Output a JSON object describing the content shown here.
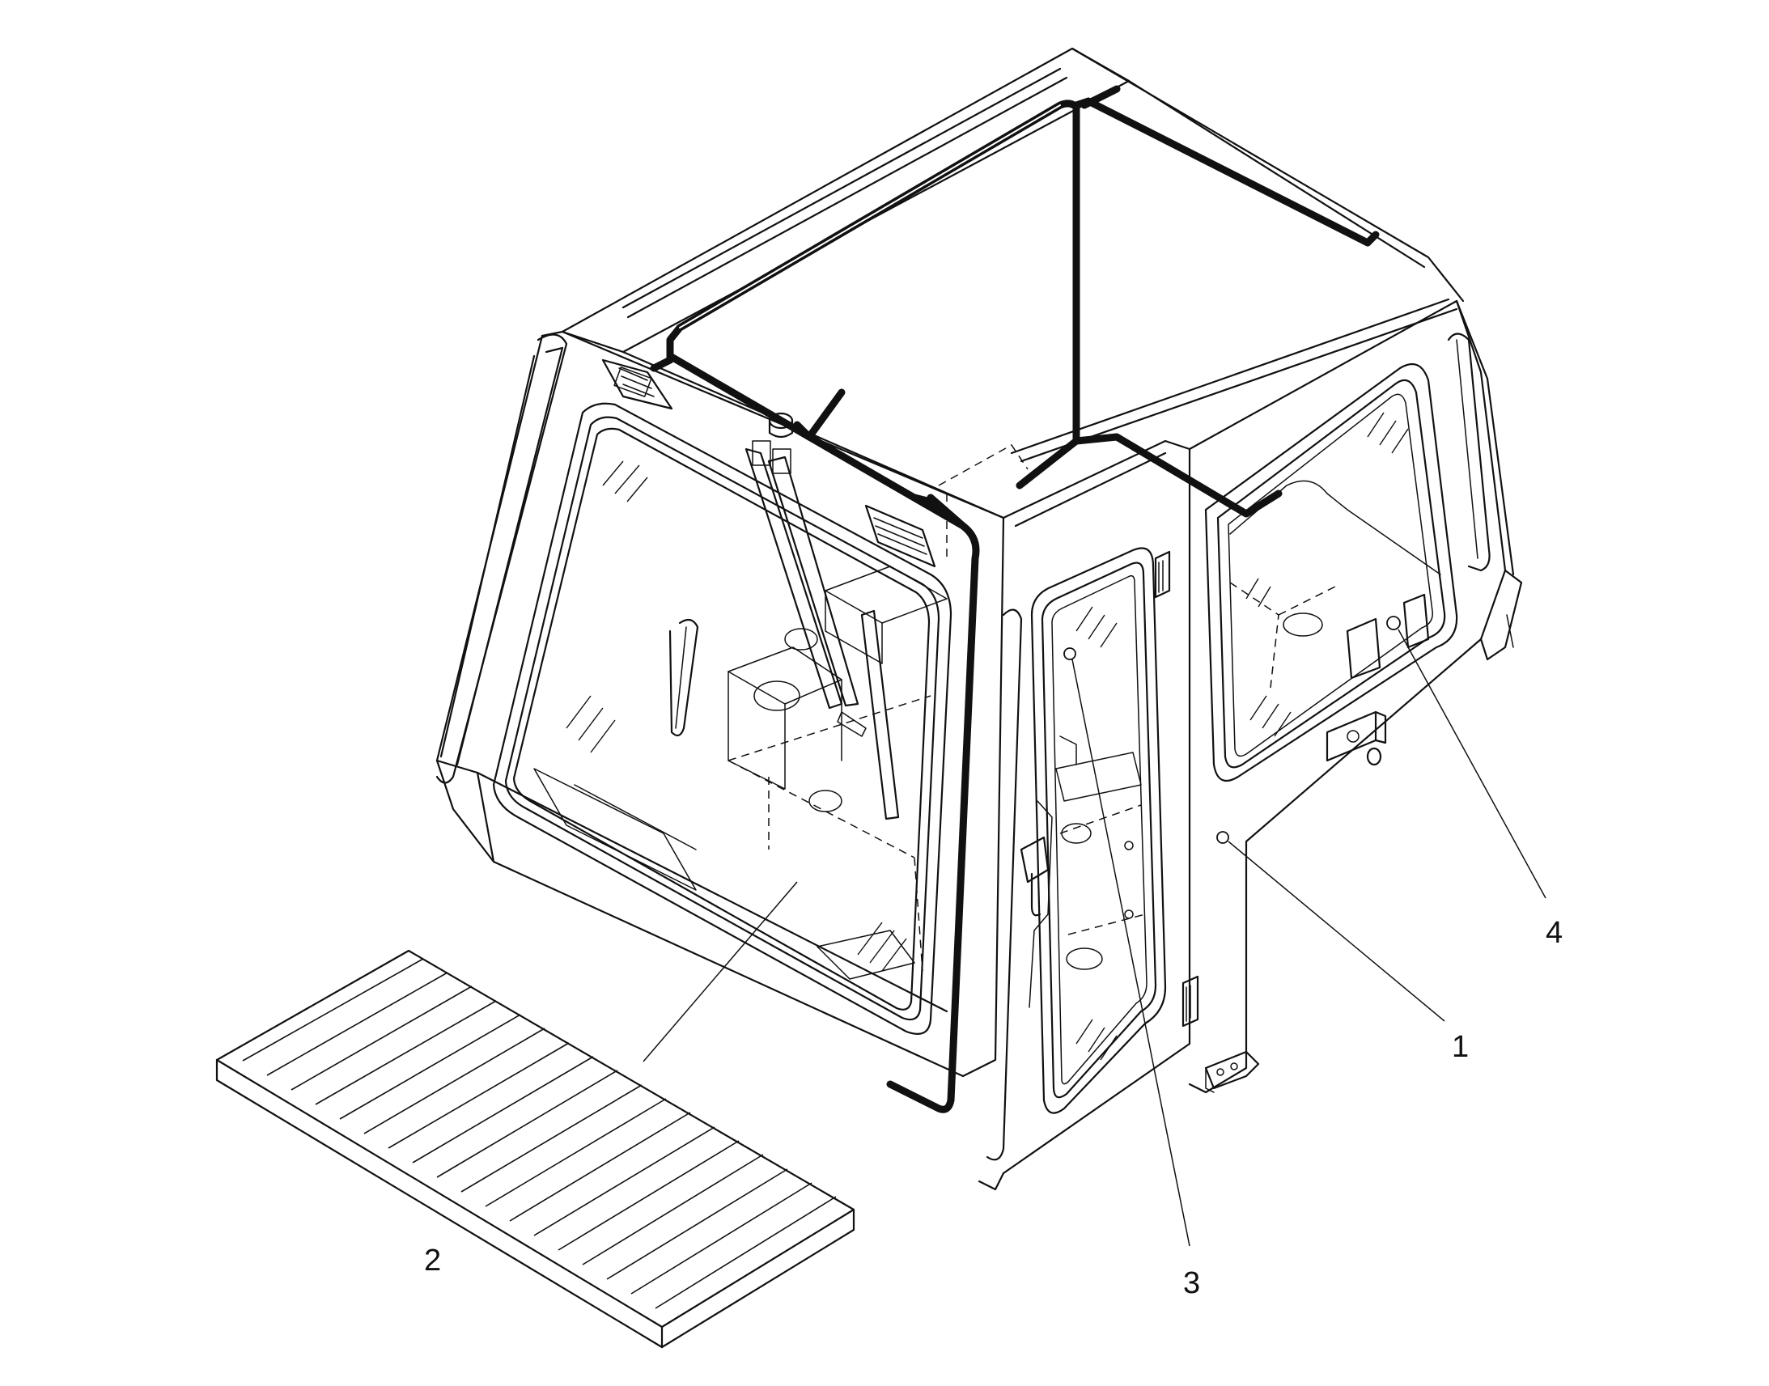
{
  "diagram": {
    "callouts": [
      {
        "id": "1",
        "label": "1",
        "part": "cab"
      },
      {
        "id": "2",
        "label": "2",
        "part": "floor-mat"
      },
      {
        "id": "3",
        "label": "3",
        "part": "door-glass-point"
      },
      {
        "id": "4",
        "label": "4",
        "part": "rear-window-point"
      }
    ],
    "colors": {
      "line": "#111111",
      "background": "#ffffff"
    },
    "icons": {
      "marker": "circle-marker-icon",
      "hinge": "hinge-icon",
      "wiper": "wiper-arm-icon"
    }
  }
}
